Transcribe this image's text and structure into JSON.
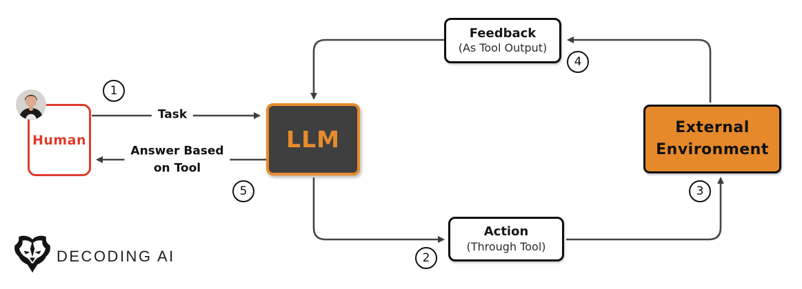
{
  "diagram": {
    "nodes": {
      "human": {
        "label": "Human"
      },
      "llm": {
        "label": "LLM"
      },
      "external": {
        "line1": "External",
        "line2": "Environment"
      },
      "feedback": {
        "title": "Feedback",
        "subtitle": "(As Tool Output)"
      },
      "action": {
        "title": "Action",
        "subtitle": "(Through Tool)"
      }
    },
    "edges": {
      "task_label": "Task",
      "answer_line1": "Answer Based",
      "answer_line2": "on Tool"
    },
    "steps": [
      "1",
      "2",
      "3",
      "4",
      "5"
    ],
    "colors": {
      "accent_orange": "#E78B2D",
      "human_red": "#E03A2C",
      "llm_fill": "#3F3F3F",
      "line_gray": "#454545",
      "box_border_black": "#0e0e0e"
    }
  },
  "logo": {
    "text": "DECODING AI"
  }
}
